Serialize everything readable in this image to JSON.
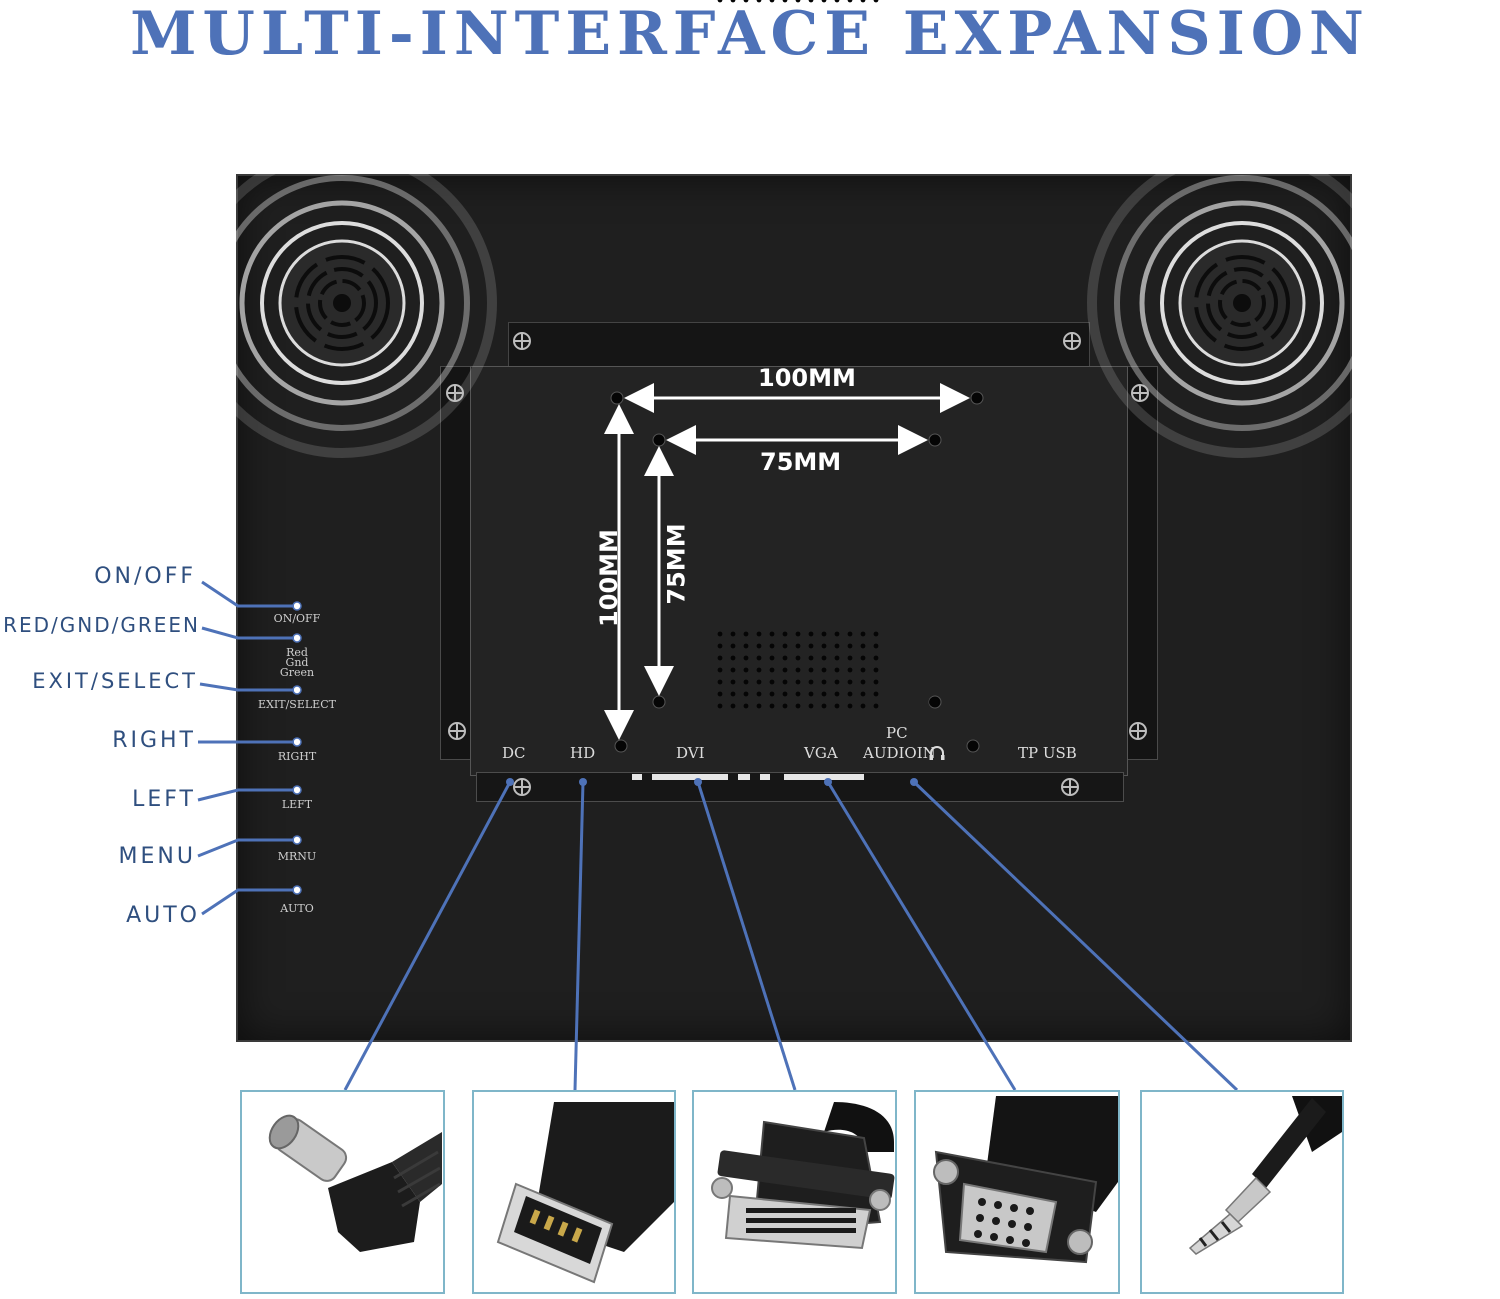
{
  "header": {
    "title": "MULTI-INTERFACE EXPANSION"
  },
  "dimensions": {
    "outer_horizontal": "100MM",
    "inner_horizontal": "75MM",
    "outer_vertical": "100MM",
    "inner_vertical": "75MM"
  },
  "buttons": [
    {
      "callout": "ON/OFF",
      "caption": "ON/OFF"
    },
    {
      "callout": "RED/GND/GREEN",
      "caption": "Red\nGnd\nGreen"
    },
    {
      "callout": "EXIT/SELECT",
      "caption": "EXIT/SELECT"
    },
    {
      "callout": "RIGHT",
      "caption": "RIGHT"
    },
    {
      "callout": "LEFT",
      "caption": "LEFT"
    },
    {
      "callout": "MENU",
      "caption": "MRNU"
    },
    {
      "callout": "AUTO",
      "caption": "AUTO"
    }
  ],
  "ports": {
    "dc": "DC",
    "hd": "HD",
    "dvi": "DVI",
    "vga": "VGA",
    "pc_audio_line1": "PC",
    "pc_audio_line2": "AUDIOIN",
    "tp_usb": "TP USB"
  },
  "connectors": [
    {
      "name": "dc-power-plug"
    },
    {
      "name": "hdmi-plug"
    },
    {
      "name": "dvi-plug"
    },
    {
      "name": "vga-plug"
    },
    {
      "name": "audio-jack-plug"
    }
  ],
  "colors": {
    "title": "#4e72b8",
    "callout_text": "#2f4f7f",
    "leader_line": "#4e72b8",
    "monitor_body": "#1f1f1f",
    "box_border": "#7fb6c9"
  }
}
